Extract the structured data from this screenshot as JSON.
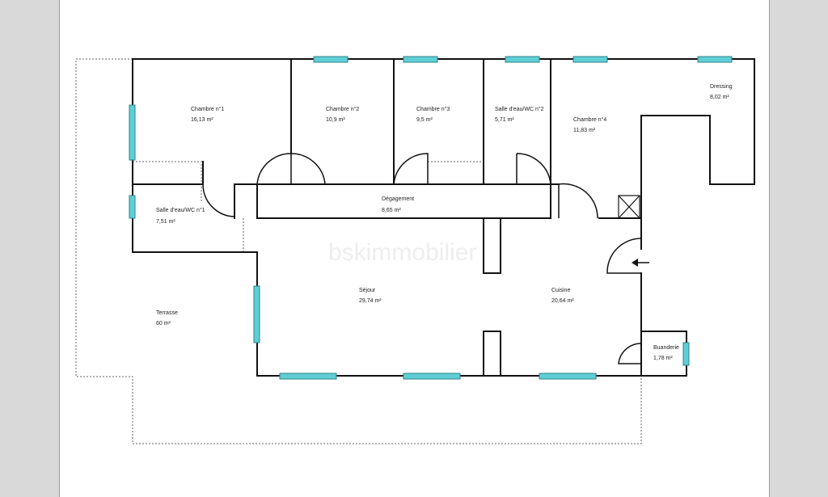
{
  "watermark": "bskimmobilier",
  "rooms": {
    "chambre1": {
      "name": "Chambre n°1",
      "area": "16,13  m²"
    },
    "chambre2": {
      "name": "Chambre n°2",
      "area": "10,9  m²"
    },
    "chambre3": {
      "name": "Chambre n°3",
      "area": "9,5  m²"
    },
    "salle_eau2": {
      "name": "Salle d'eau/WC n°2",
      "area": "5,71  m²"
    },
    "chambre4": {
      "name": "Chambre n°4",
      "area": "11,83  m²"
    },
    "dressing": {
      "name": "Dressing",
      "area": "8,02  m²"
    },
    "salle_eau1": {
      "name": "Salle d'eau/WC n°1",
      "area": "7,51  m²"
    },
    "degagement": {
      "name": "Dégagement",
      "area": "8,65  m²"
    },
    "sejour": {
      "name": "Séjour",
      "area": "29,74  m²"
    },
    "cuisine": {
      "name": "Cuisine",
      "area": "20,64  m²"
    },
    "terrasse": {
      "name": "Terrasse",
      "area": "60  m²"
    },
    "buanderie": {
      "name": "Buanderie",
      "area": "1,78  m²"
    }
  },
  "colors": {
    "window": "#5fcfd6",
    "wall": "#111111",
    "background": "#d9d9d9",
    "page": "#ffffff"
  },
  "icons": {
    "entrance": "arrow-left-icon"
  }
}
